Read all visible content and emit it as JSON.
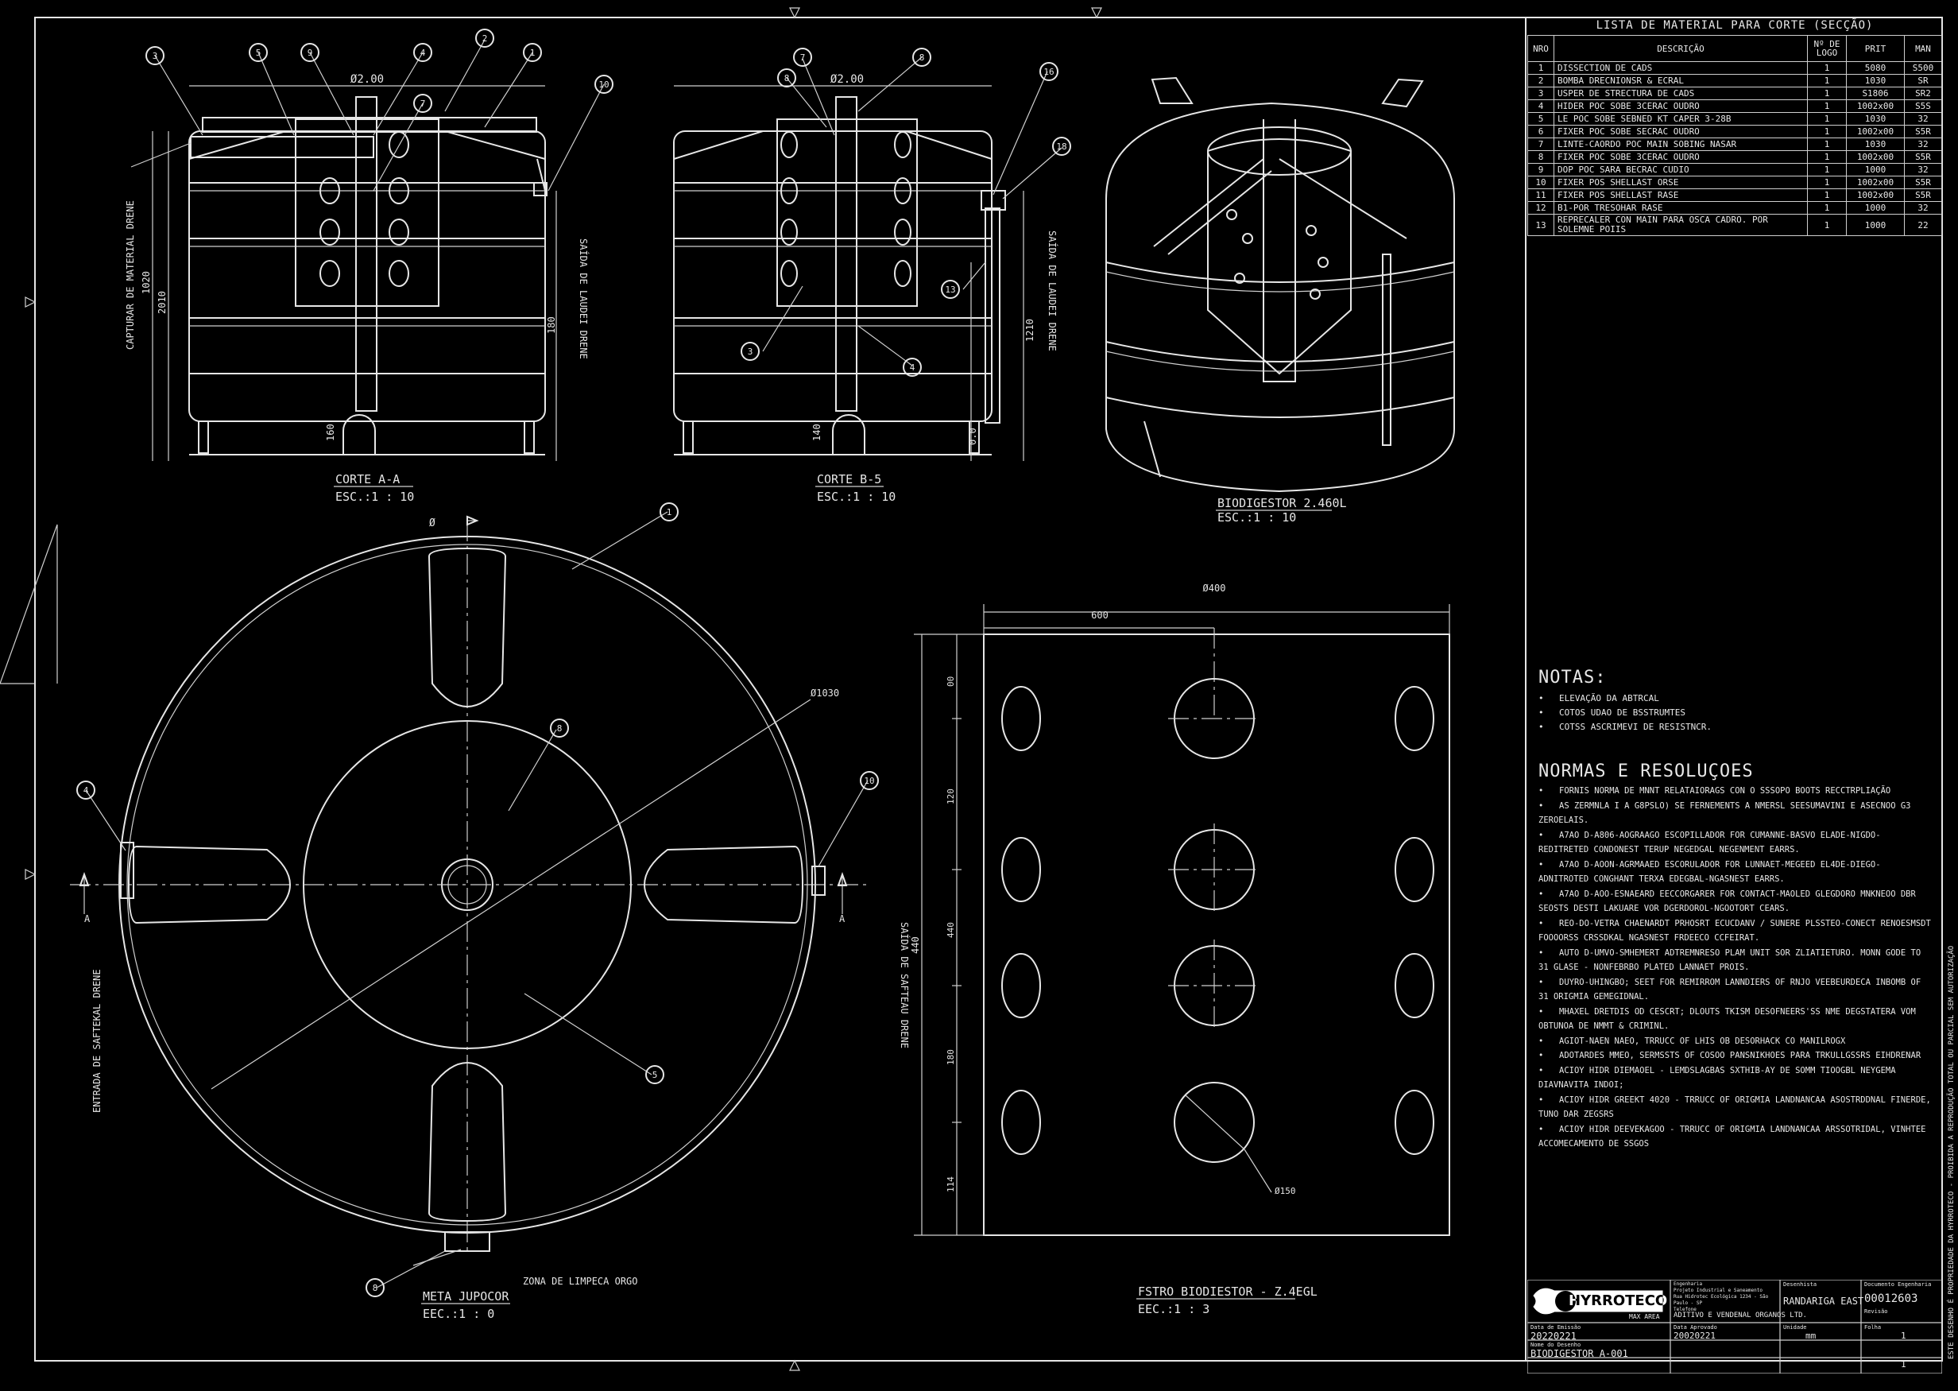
{
  "views": {
    "corte_a": {
      "title": "CORTE A-A",
      "scale": "ESC.:1 : 10",
      "dim_top": "Ø2.00",
      "dim_left_1": "1020",
      "dim_left_2": "2010",
      "dim_right": "180",
      "dim_bottom": "160",
      "label_left": "CAPTURAR DE MATERIAL DRENE",
      "label_right": "SAÍDA DE LAUDEI DRENE"
    },
    "corte_b": {
      "title": "CORTE B-5",
      "scale": "ESC.:1 : 10",
      "dim_top": "Ø2.00",
      "dim_right": "1210",
      "dim_bottom_1": "140",
      "dim_bottom_2": "0.0",
      "label_right": "SAÍDA DE LAUDEI DRENE"
    },
    "iso": {
      "title": "BIODIGESTOR 2.460L",
      "scale": "ESC.:1 : 10"
    },
    "plan": {
      "title": "META JUPOCOR",
      "scale": "EEC.:1 : 0",
      "dim_diam": "Ø1030",
      "dim_top": "Ø",
      "label_left": "ENTRADA DE SAFTEKAL DRENE",
      "label_right": "SAÍDA DE SAFTEAU DRENE",
      "label_bottom": "ZONA DE LIMPECA ORGO",
      "label_a": "A"
    },
    "filter": {
      "title": "FSTRO BIODIESTOR - Z.4EGL",
      "scale": "EEC.:1 : 3",
      "dim_top": "Ø400",
      "dim_top2": "600",
      "dim_left": "440",
      "hole": "Ø150",
      "dims_vert": [
        "00",
        "120",
        "440",
        "180",
        "114"
      ]
    }
  },
  "balloons": {
    "corte_a": [
      "3",
      "5",
      "9",
      "4",
      "2",
      "1",
      "7",
      "10"
    ],
    "corte_b": [
      "7",
      "8",
      "8",
      "16",
      "18",
      "13",
      "3",
      "4"
    ],
    "plan": [
      "1",
      "8",
      "4",
      "10",
      "5",
      "8"
    ]
  },
  "bom": {
    "title": "LISTA DE MATERIAL PARA CORTE (SECÇÃO)",
    "headers": [
      "NRO",
      "DESCRIÇÃO",
      "Nº DE LOGO",
      "PRIT",
      "MAN"
    ],
    "rows": [
      [
        "1",
        "DISSECTION DE CADS",
        "1",
        "5080",
        "S500"
      ],
      [
        "2",
        "BOMBA DRECNIONSR & ECRAL",
        "1",
        "1030",
        "SR"
      ],
      [
        "3",
        "USPER DE STRECTURA DE CADS",
        "1",
        "S1806",
        "SR2"
      ],
      [
        "4",
        "HIDER POC SOBE 3CERAC OUDRO",
        "1",
        "1002x00",
        "S5S"
      ],
      [
        "5",
        "LE POC SOBE SEBNED KT CAPER 3-28B",
        "1",
        "1030",
        "32"
      ],
      [
        "6",
        "FIXER POC SOBE SECRAC OUDRO",
        "1",
        "1002x00",
        "S5R"
      ],
      [
        "7",
        "LINTE-CAORDO POC MAIN SOBING NASAR",
        "1",
        "1030",
        "32"
      ],
      [
        "8",
        "FIXER POC SOBE 3CERAC OUDRO",
        "1",
        "1002x00",
        "S5R"
      ],
      [
        "9",
        "DOP POC SARA BECRAC CUDIO",
        "1",
        "1000",
        "32"
      ],
      [
        "10",
        "FIXER POS SHELLAST ORSE",
        "1",
        "1002x00",
        "S5R"
      ],
      [
        "11",
        "FIXER POS SHELLAST RASE",
        "1",
        "1002x00",
        "S5R"
      ],
      [
        "12",
        "B1-POR TRESOHAR RASE",
        "1",
        "1000",
        "32"
      ],
      [
        "13",
        "REPRECALER CON MAIN PARA OSCA CADRO. POR SOLEMNE POIIS",
        "1",
        "1000",
        "22"
      ]
    ]
  },
  "notes": {
    "heading": "NOTAS:",
    "items": [
      "ELEVAÇÃO DA ABTRCAL",
      "COTOS UDAO DE BSSTRUMTES",
      "COTSS ASCRIMEVI DE RESISTNCR."
    ]
  },
  "norms": {
    "heading": "NORMAS E RESOLUÇOES",
    "items": [
      "FORNIS NORMA DE MNNT RELATAIORAGS CON O SSSOPO BOOTS RECCTRPLIAÇÃO",
      "AS ZERMNLA I A G8PSLO) SE FERNEMENTS A NMERSL SEESUMAVINI E ASECNOO G3 ZEROELAIS.",
      "A7AO D-A806-AOGRAAGO ESCOPILLADOR FOR CUMANNE-BASVO ELADE-NIGDO- REDITRETED CONDONEST TERUP NEGEDGAL NEGENMENT EARRS.",
      "A7AO D-AOON-AGRMAAED ESCORULADOR FOR LUNNAET-MEGEED EL4DE-DIEGO- ADNITROTED CONGHANT TERXA EDEGBAL-NGASNEST EARRS.",
      "A7AO D-AOO-ESNAEARD EECCORGARER FOR CONTACT-MAOLED GLEGDORO MNKNEOO DBR SEOSTS DESTI LAKUARE VOR DGERDOROL-NGOOTORT CEARS.",
      "REO-DO-VETRA CHAENARDT PRHOSRT ECUCDANV / SUNERE PLSSTEO-CONECT RENOESMSDT FOOOORSS CRSSDKAL NGASNEST FRDEECO CCFEIRAT.",
      "AUTO D-UMVO-SMHEMERT ADTREMNRESO PLAM UNIT SOR ZLIATIETURO. MONN GODE TO 31 GLASE - NONFEBRBO PLATED LANNAET PROIS.",
      "DUYRO-UHINGBO; SEET FOR REMIRROM LANNDIERS OF RNJO VEEBEURDECA INBOMB OF 31 ORIGMIA GEMEGIDNAL.",
      "MHAXEL DRETDIS OD CESCRT; DLOUTS TKISM DESOFNEERS'SS NME DEGSTATERA VOM OBTUNOA DE NMMT & CRIMINL.",
      "AGIOT-NAEN NAEO, TRRUCC OF LHIS OB DESORHACK CO MANILROGX",
      "ADOTARDES MMEO, SERMSSTS OF COSOO PANSNIKHOES PARA TRKULLGSSRS EIHDRENAR",
      "ACIOY HIDR DIEMAOEL - LEMDSLAGBAS SXTHIB-AY DE SOMM TIOOGBL NEYGEMA DIAVNAVITA INDOI;",
      "ACIOY HIDR GREEKT 4020 - TRRUCC OF ORIGMIA LANDNANCAA ASOSTRDDNAL FINERDE, TUNO DAR ZEGSRS",
      "ACIOY HIDR DEEVEKAGOO - TRRUCC OF ORIGMIA LANDNANCAA ARSSOTRIDAL, VINHTEE ACCOMECAMENTO DE SSGOS"
    ]
  },
  "title_block": {
    "logo": "HYRROTECO",
    "logo_sub": "MAX AREA",
    "company_lines": [
      "Engenharia",
      "Projeto Industrial e Saneamento",
      "Rua Hidrotec Ecológica 1234 - São Paulo - SP",
      "Telefone"
    ],
    "drawn_by_label": "Desenhista",
    "drawn_by": "RANDARIGA EAST",
    "doc_label": "Documento Engenharia",
    "doc_no": "00012603",
    "proj_label": "Projeto",
    "proj": "ADITIVO E VENDENAL ORGANOS LTD.",
    "date_label": "Data de Emissão",
    "date": "20220221",
    "date2_label": "Data Aprovado",
    "date2": "20020221",
    "unit_label": "Unidade",
    "unit": "mm",
    "rev_label": "Revisão",
    "rev": "1",
    "sheet_label": "Folha",
    "sheet": "1",
    "name_label": "Nome do Desenho",
    "name": "BIODIGESTOR A-001"
  },
  "side_note": "ESTE DESENHO É PROPRIEDADE DA HYRROTECO - PROIBIDA A REPRODUÇÃO TOTAL OU PARCIAL SEM AUTORIZAÇÃO"
}
